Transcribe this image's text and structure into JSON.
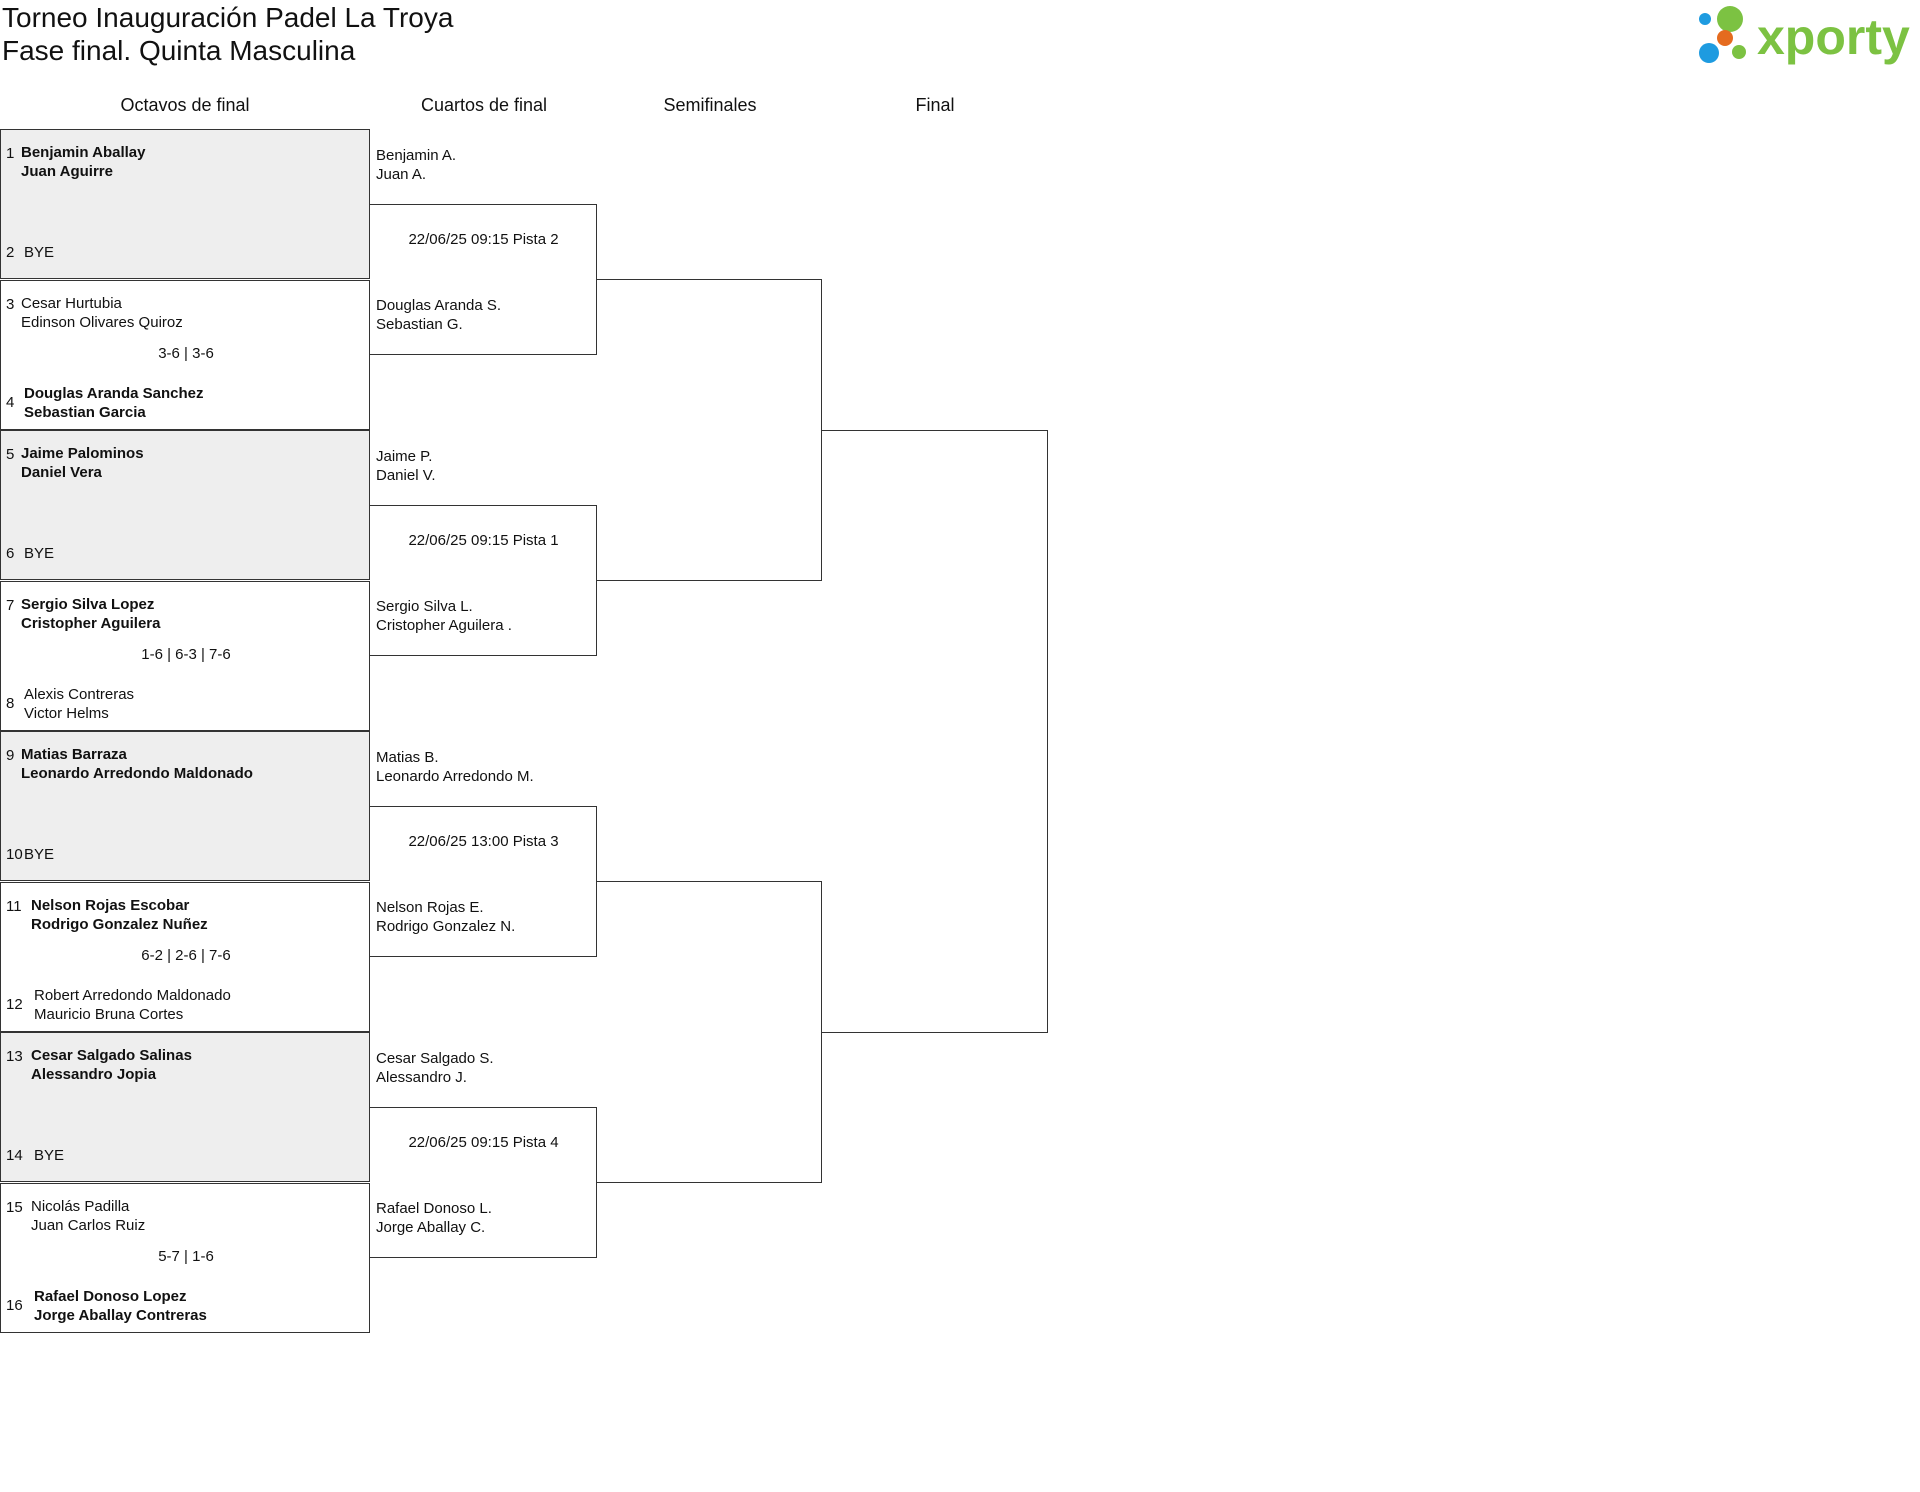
{
  "header": {
    "title_line1": "Torneo Inauguración Padel La Troya",
    "title_line2": "Fase final. Quinta Masculina",
    "logo_text": "xporty"
  },
  "rounds": [
    "Octavos de final",
    "Cuartos de final",
    "Semifinales",
    "Final"
  ],
  "round_of_16": [
    {
      "top": {
        "seed": "1",
        "names": [
          "Benjamin Aballay",
          "Juan Aguirre"
        ]
      },
      "bottom": {
        "seed": "2",
        "names": [
          "BYE"
        ]
      },
      "score": ""
    },
    {
      "top": {
        "seed": "3",
        "names": [
          "Cesar Hurtubia",
          "Edinson Olivares Quiroz"
        ]
      },
      "bottom": {
        "seed": "4",
        "names": [
          "Douglas Aranda Sanchez",
          "Sebastian Garcia"
        ]
      },
      "score": "3-6 | 3-6"
    },
    {
      "top": {
        "seed": "5",
        "names": [
          "Jaime Palominos",
          "Daniel Vera"
        ]
      },
      "bottom": {
        "seed": "6",
        "names": [
          "BYE"
        ]
      },
      "score": ""
    },
    {
      "top": {
        "seed": "7",
        "names": [
          "Sergio Silva Lopez",
          "Cristopher Aguilera"
        ]
      },
      "bottom": {
        "seed": "8",
        "names": [
          "Alexis Contreras",
          "Victor Helms"
        ]
      },
      "score": "1-6 | 6-3 | 7-6"
    },
    {
      "top": {
        "seed": "9",
        "names": [
          "Matias Barraza",
          "Leonardo Arredondo Maldonado"
        ]
      },
      "bottom": {
        "seed": "10",
        "names": [
          "BYE"
        ]
      },
      "score": ""
    },
    {
      "top": {
        "seed": "11",
        "names": [
          "Nelson Rojas Escobar",
          "Rodrigo Gonzalez Nuñez"
        ]
      },
      "bottom": {
        "seed": "12",
        "names": [
          "Robert Arredondo Maldonado",
          "Mauricio Bruna Cortes"
        ]
      },
      "score": "6-2 | 2-6 | 7-6"
    },
    {
      "top": {
        "seed": "13",
        "names": [
          "Cesar Salgado Salinas",
          "Alessandro Jopia"
        ]
      },
      "bottom": {
        "seed": "14",
        "names": [
          "BYE"
        ]
      },
      "score": ""
    },
    {
      "top": {
        "seed": "15",
        "names": [
          "Nicolás Padilla",
          "Juan Carlos Ruiz"
        ]
      },
      "bottom": {
        "seed": "16",
        "names": [
          "Rafael Donoso Lopez",
          "Jorge Aballay Contreras"
        ]
      },
      "score": "5-7 | 1-6"
    }
  ],
  "quarter_finals": [
    {
      "top": [
        "Benjamin A.",
        "Juan A."
      ],
      "bottom": [
        "Douglas Aranda S.",
        "Sebastian G."
      ],
      "info": "22/06/25 09:15 Pista 2"
    },
    {
      "top": [
        "Jaime P.",
        "Daniel V."
      ],
      "bottom": [
        "Sergio Silva L.",
        "Cristopher Aguilera ."
      ],
      "info": "22/06/25 09:15 Pista 1"
    },
    {
      "top": [
        "Matias B.",
        "Leonardo Arredondo M."
      ],
      "bottom": [
        "Nelson Rojas E.",
        "Rodrigo Gonzalez N."
      ],
      "info": "22/06/25 13:00 Pista 3"
    },
    {
      "top": [
        "Cesar Salgado S.",
        "Alessandro J."
      ],
      "bottom": [
        "Rafael Donoso L.",
        "Jorge Aballay C."
      ],
      "info": "22/06/25 09:15 Pista 4"
    }
  ],
  "colors": {
    "bye_bg": "#eeeeee",
    "logo_green": "#7cc242",
    "logo_blue": "#1e9be0",
    "logo_orange": "#e56b1f"
  }
}
